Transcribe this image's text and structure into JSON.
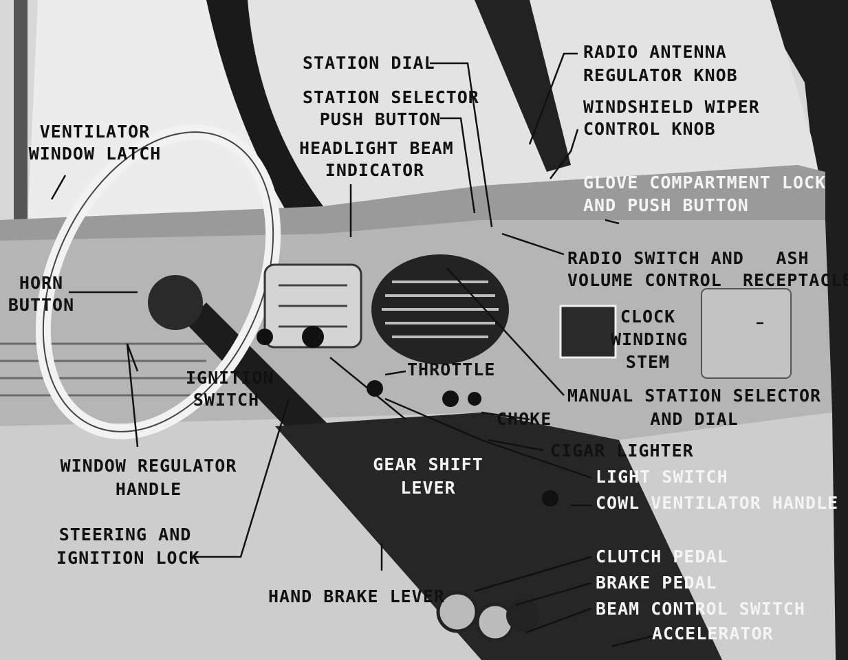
{
  "labels": {
    "station_dial": "STATION DIAL",
    "radio_antenna": [
      "RADIO ANTENNA",
      "REGULATOR KNOB"
    ],
    "station_selector": [
      "STATION SELECTOR",
      "PUSH BUTTON"
    ],
    "windshield_wiper": [
      "WINDSHIELD WIPER",
      "CONTROL KNOB"
    ],
    "headlight_beam": [
      "HEADLIGHT BEAM",
      "INDICATOR"
    ],
    "ventilator_window": [
      "VENTILATOR",
      "WINDOW LATCH"
    ],
    "glove_compartment": [
      "GLOVE COMPARTMENT LOCK",
      "AND PUSH BUTTON"
    ],
    "radio_switch": [
      "RADIO SWITCH AND",
      "VOLUME CONTROL"
    ],
    "ash_receptacle": [
      "ASH",
      "RECEPTACLE"
    ],
    "horn_button": [
      "HORN",
      "BUTTON"
    ],
    "clock_winding": [
      "CLOCK",
      "WINDING",
      "STEM"
    ],
    "throttle": "THROTTLE",
    "ignition_switch": [
      "IGNITION",
      "SWITCH"
    ],
    "manual_station": [
      "MANUAL STATION SELECTOR",
      "AND DIAL"
    ],
    "choke": "CHOKE",
    "cigar_lighter": "CIGAR LIGHTER",
    "window_regulator": [
      "WINDOW REGULATOR",
      "HANDLE"
    ],
    "gear_shift": [
      "GEAR SHIFT",
      "LEVER"
    ],
    "light_switch": "LIGHT SWITCH",
    "cowl_ventilator": "COWL VENTILATOR HANDLE",
    "steering_lock": [
      "STEERING AND",
      "IGNITION LOCK"
    ],
    "clutch_pedal": "CLUTCH PEDAL",
    "brake_pedal": "BRAKE PEDAL",
    "hand_brake": "HAND BRAKE LEVER",
    "beam_control": "BEAM CONTROL SWITCH",
    "accelerator": "ACCELERATOR"
  },
  "colors": {
    "ink": "#111111",
    "paper": "#d8d8d8",
    "dash": "#a9a9a9",
    "dark": "#1c1c1c",
    "light_text": "#f4f4f4"
  }
}
